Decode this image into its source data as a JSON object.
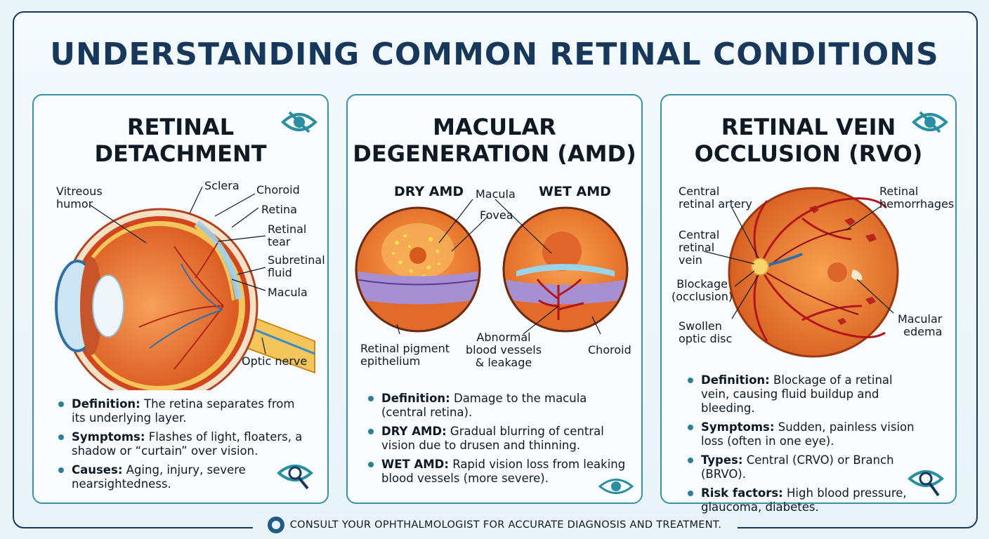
{
  "title": "UNDERSTANDING COMMON RETINAL CONDITIONS",
  "cards": [
    {
      "title_l1": "RETINAL",
      "title_l2": "DETACHMENT",
      "labels": {
        "vitreous": "Vitreous\nhumor",
        "sclera": "Sclera",
        "choroid": "Choroid",
        "retina": "Retina",
        "tear": "Retinal\ntear",
        "subretinal": "Subretinal\nfluid",
        "macula": "Macula",
        "optic": "Optic nerve"
      },
      "bullets": [
        {
          "key": "Definition:",
          "text": " The retina separates from its underlying layer."
        },
        {
          "key": "Symptoms:",
          "text": " Flashes of light, floaters, a shadow or “curtain” over vision."
        },
        {
          "key": "Causes:",
          "text": " Aging, injury, severe nearsightedness."
        }
      ]
    },
    {
      "title_l1": "MACULAR",
      "title_l2": "DEGENERATION (AMD)",
      "labels": {
        "dry": "DRY AMD",
        "wet": "WET AMD",
        "macula": "Macula",
        "fovea": "Fovea",
        "rpe": "Retinal pigment\nepithelium",
        "abnormal": "Abnormal\nblood vessels\n& leakage",
        "choroid": "Choroid"
      },
      "bullets": [
        {
          "key": "Definition:",
          "text": " Damage to the macula (central retina)."
        },
        {
          "key": "DRY AMD:",
          "text": " Gradual blurring of central vision due to drusen and thinning."
        },
        {
          "key": "WET AMD:",
          "text": " Rapid vision loss from leaking blood vessels (more severe)."
        }
      ]
    },
    {
      "title_l1": "RETINAL VEIN",
      "title_l2": "OCCLUSION (RVO)",
      "labels": {
        "artery": "Central\nretinal artery",
        "vein": "Central\nretinal\nvein",
        "blockage": "Blockage\n(occlusion)",
        "disc": "Swollen\noptic disc",
        "hemorrhages": "Retinal\nhemorrhages",
        "edema": "Macular\nedema"
      },
      "bullets": [
        {
          "key": "Definition:",
          "text": " Blockage of a retinal vein, causing fluid buildup and bleeding."
        },
        {
          "key": "Symptoms:",
          "text": " Sudden, painless vision loss (often in one eye)."
        },
        {
          "key": "Types:",
          "text": " Central (CRVO) or Branch (BRVO)."
        },
        {
          "key": "Risk factors:",
          "text": " High blood pressure, glaucoma, diabetes."
        }
      ]
    }
  ],
  "footer": "CONSULT YOUR OPHTHALMOLOGIST FOR ACCURATE DIAGNOSIS AND TREATMENT.",
  "icons": [
    "eye-slash-icon",
    "eye-magnifier-icon",
    "eye-icon"
  ],
  "colors": {
    "navy": "#17385a",
    "teal": "#3a92a8",
    "retina_orange": "#e8782a"
  }
}
